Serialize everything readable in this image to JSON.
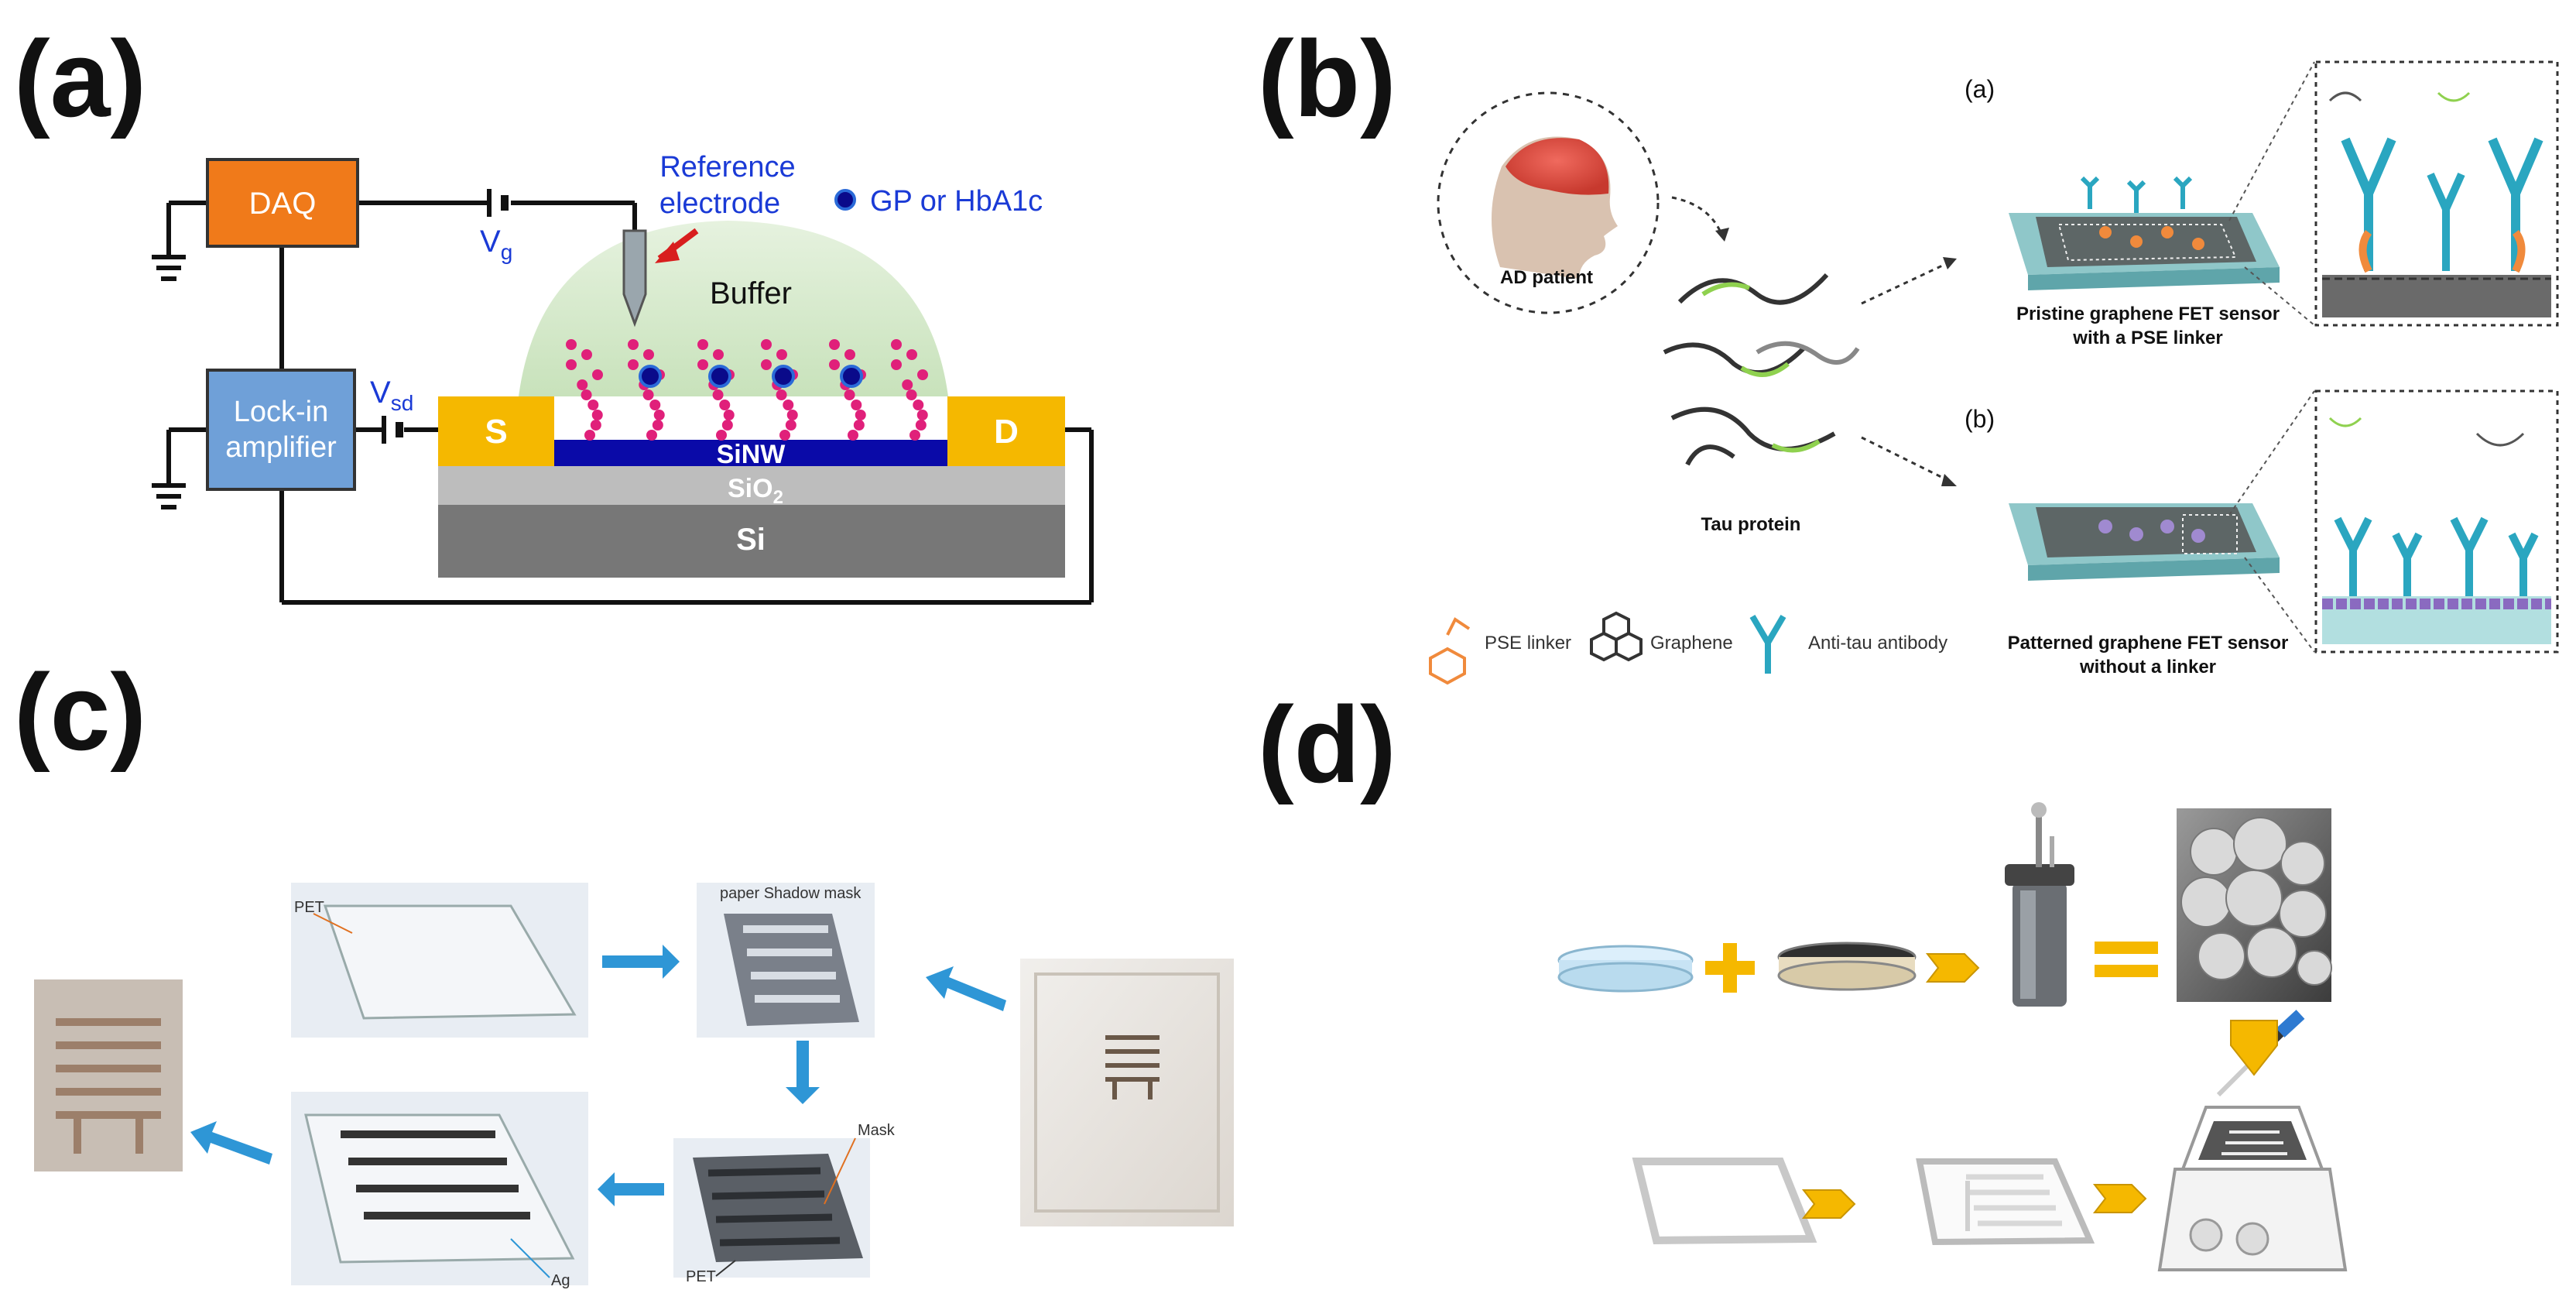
{
  "panel_labels": {
    "a": "(a)",
    "b": "(b)",
    "c": "(c)",
    "d": "(d)"
  },
  "panel_a": {
    "daq": "DAQ",
    "lockin_line1": "Lock-in",
    "lockin_line2": "amplifier",
    "vg_main": "V",
    "vg_sub": "g",
    "vsd_main": "V",
    "vsd_sub": "sd",
    "reference_line1": "Reference",
    "reference_line2": "electrode",
    "legend_gp": "GP or HbA1c",
    "buffer": "Buffer",
    "source": "S",
    "drain": "D",
    "sinw": "SiNW",
    "sio2_main": "SiO",
    "sio2_sub": "2",
    "si": "Si",
    "colors": {
      "daq": "#f07a1a",
      "lockin": "#6fa0d8",
      "sinw": "#0a0aa8",
      "electrode": "#f5b800",
      "sio2": "#bdbdbd",
      "si": "#777777",
      "buffer": "#cfe6c4",
      "chain": "#e0207a"
    }
  },
  "panel_b": {
    "patient": "AD patient",
    "tau": "Tau protein",
    "sub_a": "(a)",
    "sub_b": "(b)",
    "sensor_a_line1": "Pristine graphene FET sensor",
    "sensor_a_line2": "with a PSE linker",
    "sensor_b_line1": "Patterned graphene FET sensor",
    "sensor_b_line2": "without a linker",
    "legend_pse": "PSE linker",
    "legend_graphene": "Graphene",
    "legend_antibody": "Anti-tau antibody"
  },
  "panel_c": {
    "pet_top": "PET",
    "shadow_mask": "paper Shadow mask",
    "mask": "Mask",
    "pet_bottom": "PET",
    "ag": "Ag",
    "arrow_color": "#2e96d6"
  },
  "panel_d": {
    "arrow_color": "#f5b800"
  }
}
